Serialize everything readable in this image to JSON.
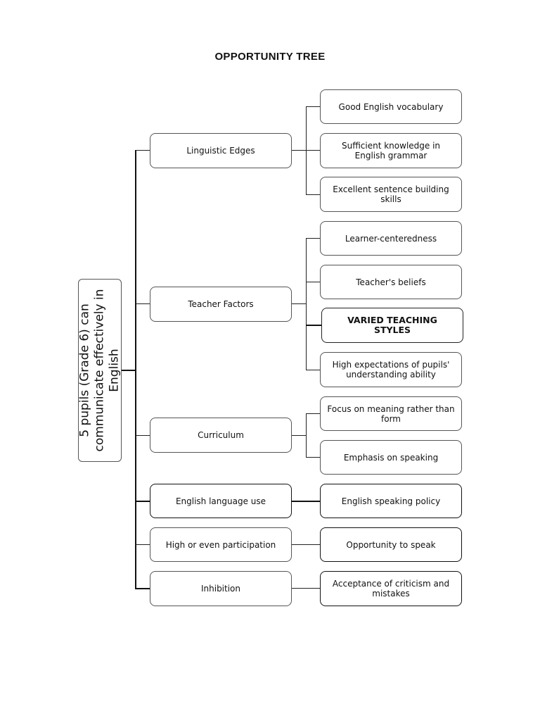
{
  "title": "OPPORTUNITY TREE",
  "root": "5 pupils (Grade 6) can communicate effectively in English",
  "branches": [
    {
      "label": "Linguistic Edges",
      "leaves": [
        "Good English vocabulary",
        "Sufficient knowledge in English grammar",
        "Excellent sentence building skills"
      ]
    },
    {
      "label": "Teacher Factors",
      "leaves": [
        "Learner-centeredness",
        "Teacher's beliefs",
        "VARIED TEACHING STYLES",
        "High expectations of pupils' understanding ability"
      ]
    },
    {
      "label": "Curriculum",
      "leaves": [
        "Focus on meaning rather than form",
        "Emphasis on speaking"
      ]
    },
    {
      "label": "English language use",
      "leaves": [
        "English speaking policy"
      ]
    },
    {
      "label": "High or even participation",
      "leaves": [
        "Opportunity to speak"
      ]
    },
    {
      "label": "Inhibition",
      "leaves": [
        "Acceptance of criticism and mistakes"
      ]
    }
  ]
}
